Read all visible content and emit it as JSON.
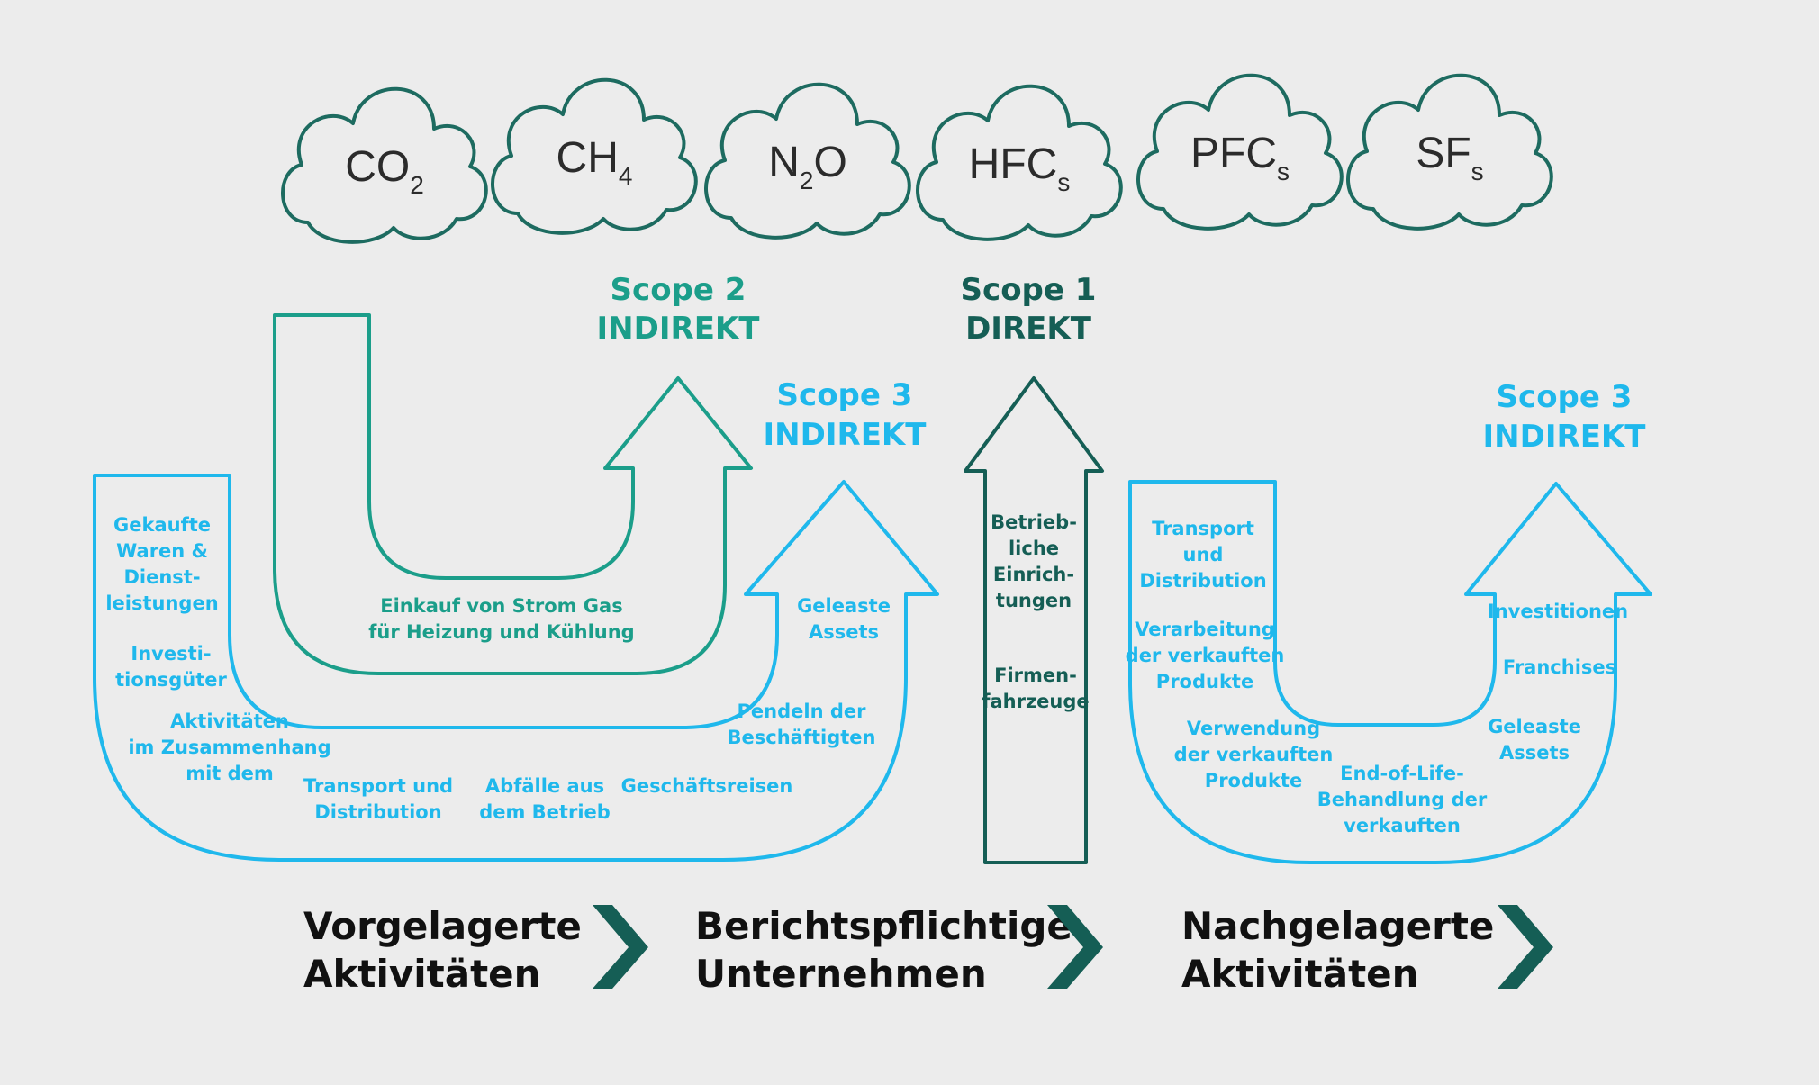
{
  "colors": {
    "background": "#ececec",
    "cloud_stroke": "#1d6b60",
    "scope1": "#155e55",
    "scope2": "#1b9e8a",
    "scope3": "#1fb8ec",
    "chevron": "#155e55",
    "footer_text": "#111111"
  },
  "gases": [
    {
      "main": "CO",
      "sub": "2",
      "icon": "cloud-icon"
    },
    {
      "main": "CH",
      "sub": "4",
      "icon": "cloud-icon"
    },
    {
      "main": "N",
      "sub": "2",
      "tail": "O",
      "icon": "cloud-icon"
    },
    {
      "main": "HFC",
      "sub": "s",
      "icon": "cloud-icon"
    },
    {
      "main": "PFC",
      "sub": "s",
      "icon": "cloud-icon"
    },
    {
      "main": "SF",
      "sub": "s",
      "icon": "cloud-icon"
    }
  ],
  "scopes": {
    "scope2": {
      "title": "Scope 2",
      "type": "INDIREKT",
      "items": [
        [
          "Einkauf von Strom Gas",
          "für Heizung und Kühlung"
        ]
      ]
    },
    "scope1": {
      "title": "Scope 1",
      "type": "DIREKT",
      "items": [
        [
          "Betrieb-",
          "liche",
          "Einrich-",
          "tungen"
        ],
        [
          "Firmen-",
          "fahrzeuge"
        ]
      ]
    },
    "scope3_up": {
      "title": "Scope 3",
      "type": "INDIREKT",
      "items": [
        [
          "Gekaufte",
          "Waren &",
          "Dienst-",
          "leistungen"
        ],
        [
          "Investi-",
          "tionsgüter"
        ],
        [
          "Aktivitäten",
          "im Zusammenhang",
          "mit dem"
        ],
        [
          "Transport und",
          "Distribution"
        ],
        [
          "Abfälle aus",
          "dem Betrieb"
        ],
        [
          "Geschäftsreisen"
        ],
        [
          "Pendeln der",
          "Beschäftigten"
        ],
        [
          "Geleaste",
          "Assets"
        ]
      ]
    },
    "scope3_down": {
      "title": "Scope 3",
      "type": "INDIREKT",
      "items": [
        [
          "Transport",
          "und",
          "Distribution"
        ],
        [
          "Verarbeitung",
          "der verkauften",
          "Produkte"
        ],
        [
          "Verwendung",
          "der verkauften",
          "Produkte"
        ],
        [
          "End-of-Life-",
          "Behandlung der",
          "verkauften"
        ],
        [
          "Geleaste",
          "Assets"
        ],
        [
          "Franchises"
        ],
        [
          "Investitionen"
        ]
      ]
    }
  },
  "footer": [
    {
      "lines": [
        "Vorgelagerte",
        "Aktivitäten"
      ],
      "icon": "chevron-right-icon"
    },
    {
      "lines": [
        "Berichtspflichtige",
        "Unternehmen"
      ],
      "icon": "chevron-right-icon"
    },
    {
      "lines": [
        "Nachgelagerte",
        "Aktivitäten"
      ],
      "icon": "chevron-right-icon"
    }
  ]
}
